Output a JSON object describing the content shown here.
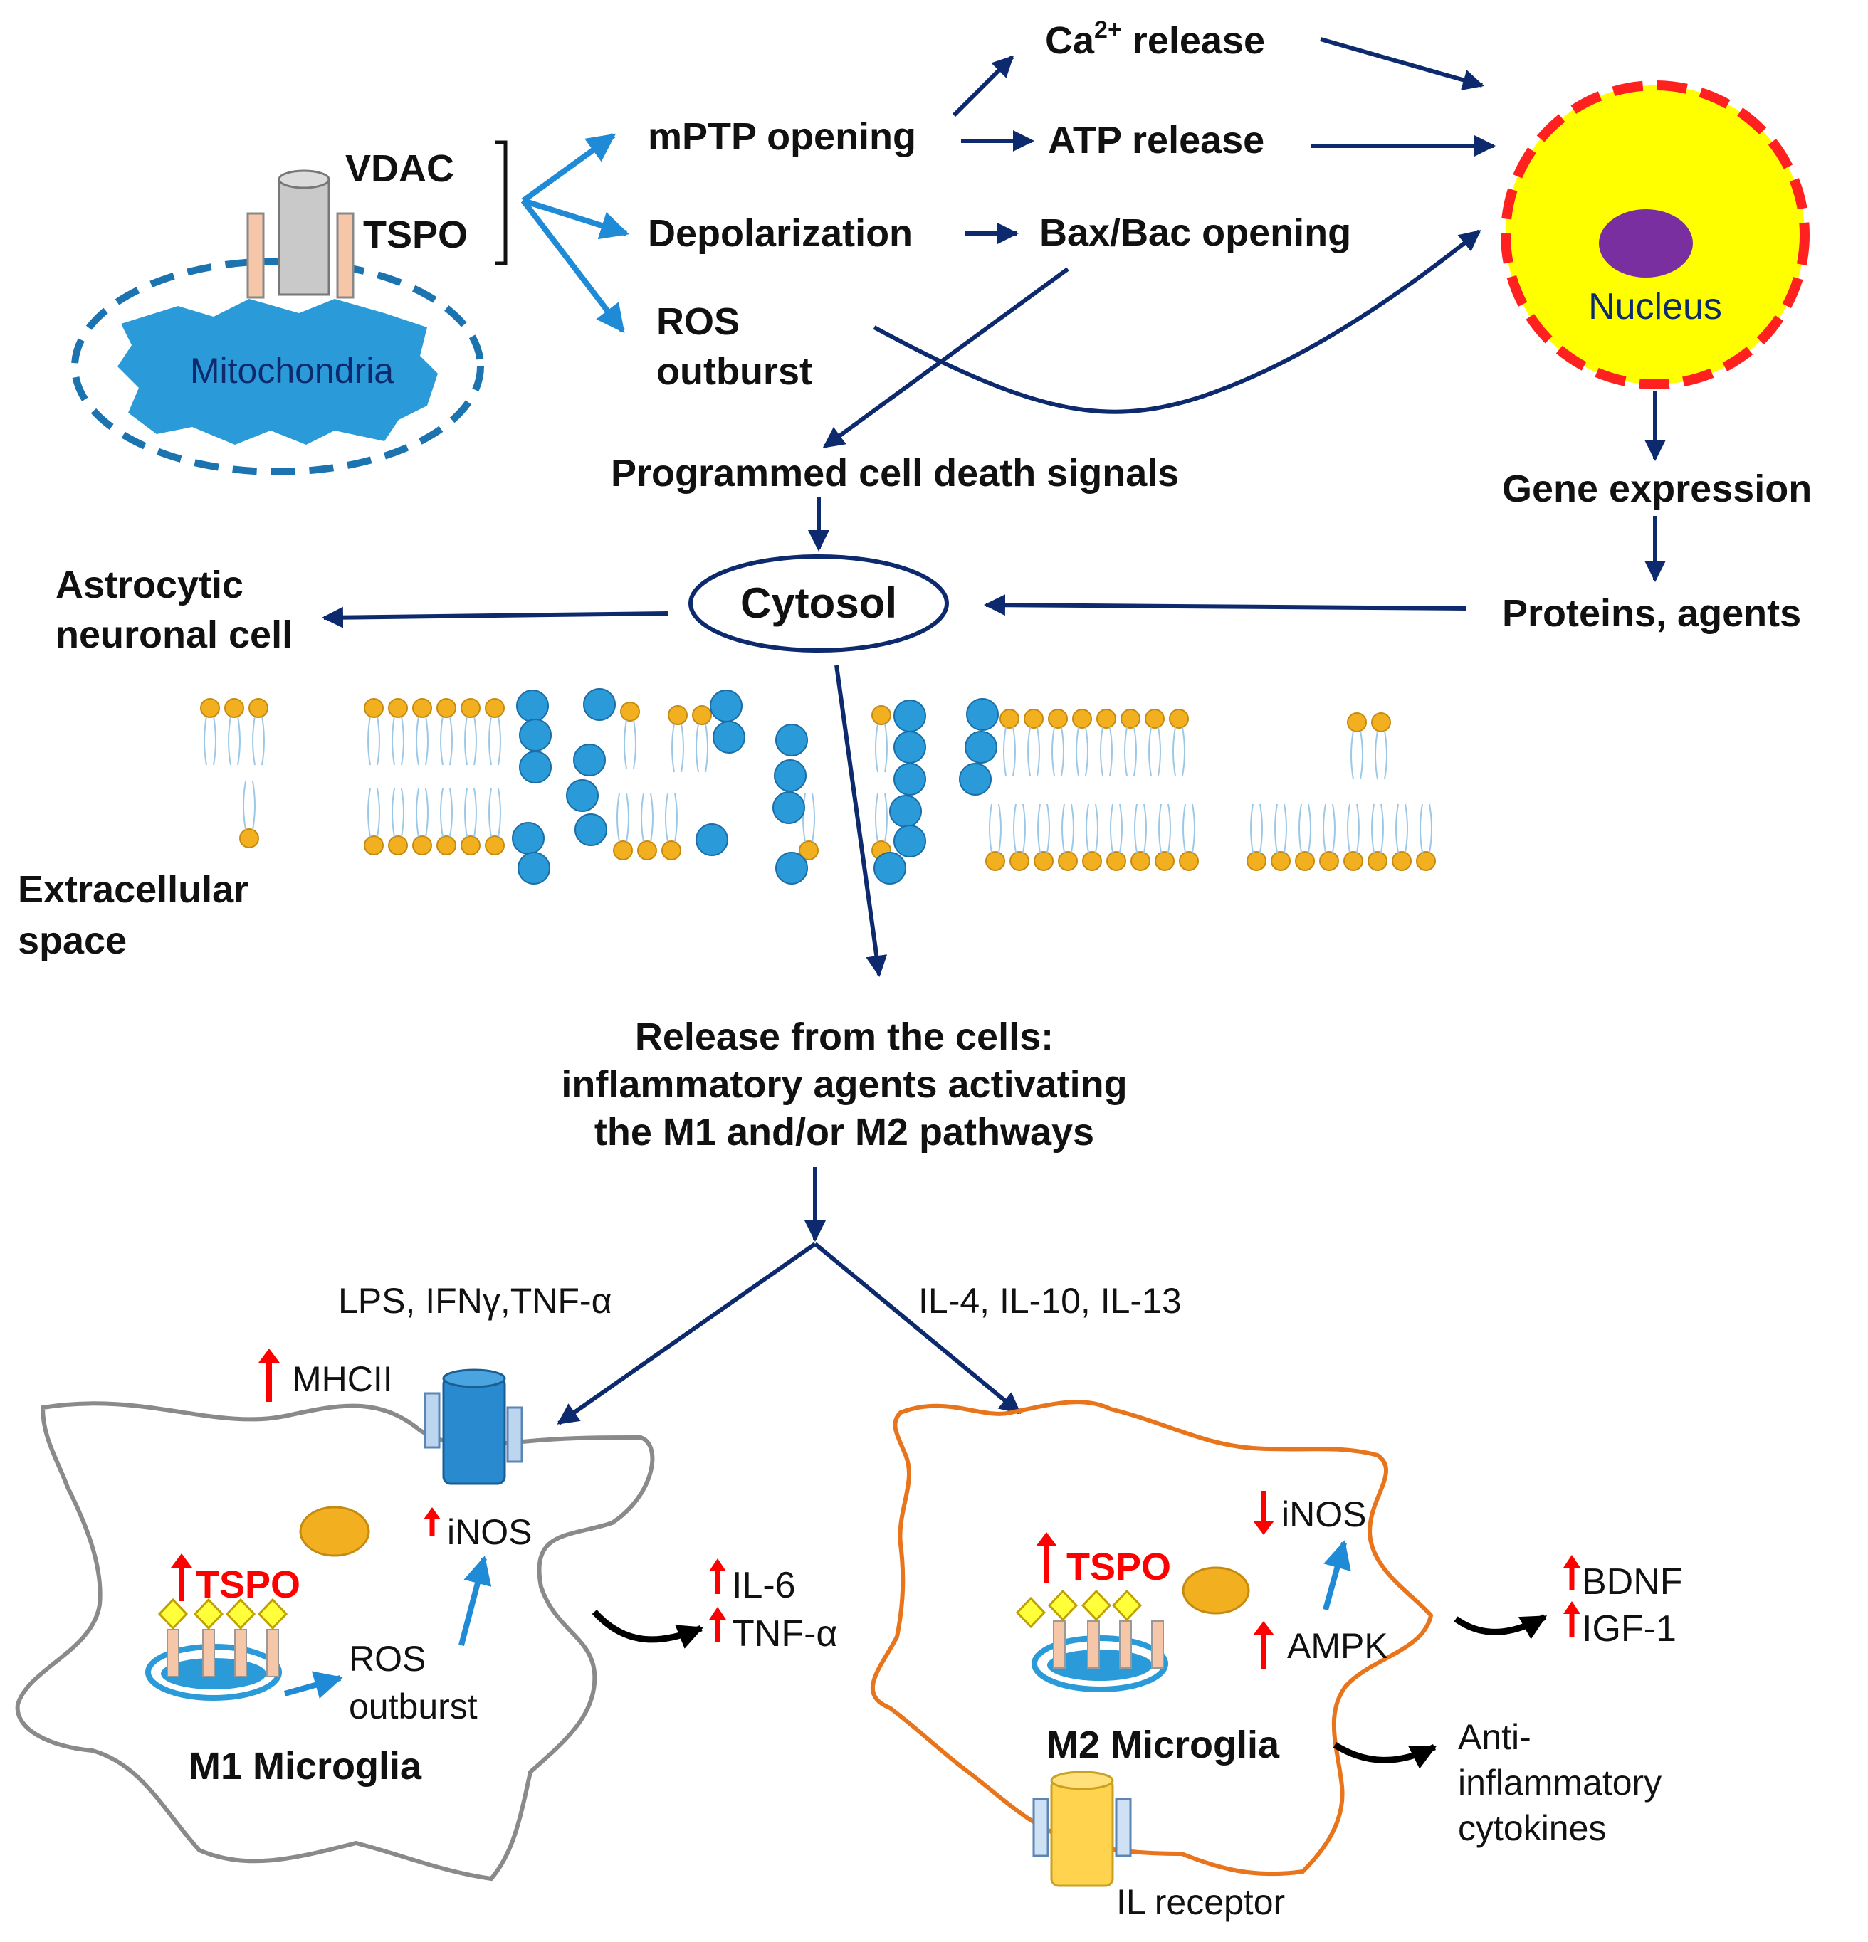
{
  "labels": {
    "vdac": "VDAC",
    "tspo_top": "TSPO",
    "mitochondria": "Mitochondria",
    "mptp": "mPTP opening",
    "depolarization": "Depolarization",
    "ros_line1": "ROS",
    "ros_line2": "outburst",
    "ca_main": "Ca",
    "ca_sup": "2+",
    "ca_tail": " release",
    "atp": "ATP release",
    "bax": "Bax/Bac opening",
    "nucleus": "Nucleus",
    "gene_expression": "Gene expression",
    "proteins": "Proteins, agents",
    "pcd": "Programmed cell death signals",
    "cytosol": "Cytosol",
    "astro_line1": "Astrocytic",
    "astro_line2": "neuronal cell",
    "extra_line1": "Extracellular",
    "extra_line2": "space",
    "release_line1": "Release from the cells:",
    "release_line2": "inflammatory agents activating",
    "release_line3": "the M1 and/or M2 pathways",
    "m1_stimuli": "LPS, IFNγ,TNF-α",
    "m2_stimuli": "IL-4, IL-10, IL-13",
    "mhcii": "MHCII",
    "m1_inos": "iNOS",
    "m1_tspo": "TSPO",
    "m1_ros_line1": "ROS",
    "m1_ros_line2": "outburst",
    "il6": "IL-6",
    "m1_tnf": "TNF-α",
    "m1_title": "M1 Microglia",
    "m2_tspo": "TSPO",
    "m2_inos": "iNOS",
    "ampk": "AMPK",
    "bdnf": "BDNF",
    "igf1": "IGF-1",
    "m2_title": "M2 Microglia",
    "anti_line1": "Anti-",
    "anti_line2": "inflammatory",
    "anti_line3": "cytokines",
    "il_receptor": "IL receptor"
  },
  "colors": {
    "dark_arrow": "#0d2a6e",
    "light_arrow": "#1f8ad6",
    "mito_blue": "#2a9ad8",
    "nucleus_fill": "#ffff00",
    "nucleus_border": "#ff2020",
    "nucleolus": "#7a2fa0",
    "up_red": "#ff0000",
    "m1_outline": "#8a8a8a",
    "m2_outline": "#e8741c",
    "lipid_head": "#f2b020",
    "protein": "#2a9ad8",
    "receptor_yellow": "#ffd34d",
    "ligand_yellow": "#ffff3a",
    "tspo_pink": "#f5c6a8",
    "organelle": "#f2b020"
  }
}
